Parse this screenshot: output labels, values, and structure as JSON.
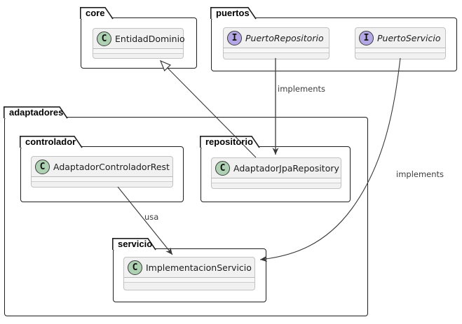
{
  "diagram": {
    "packages": {
      "core": {
        "label": "core"
      },
      "puertos": {
        "label": "puertos"
      },
      "adaptadores": {
        "label": "adaptadores"
      },
      "controlador": {
        "label": "controlador"
      },
      "repositorio": {
        "label": "repositorio"
      },
      "servicio": {
        "label": "servicio"
      }
    },
    "classes": {
      "entidad_dominio": {
        "name": "EntidadDominio",
        "stereotype": "C",
        "kind": "class"
      },
      "puerto_repositorio": {
        "name": "PuertoRepositorio",
        "stereotype": "I",
        "kind": "interface"
      },
      "puerto_servicio": {
        "name": "PuertoServicio",
        "stereotype": "I",
        "kind": "interface"
      },
      "adaptador_controlador_rest": {
        "name": "AdaptadorControladorRest",
        "stereotype": "C",
        "kind": "class"
      },
      "adaptador_jpa_repository": {
        "name": "AdaptadorJpaRepository",
        "stereotype": "C",
        "kind": "class"
      },
      "implementacion_servicio": {
        "name": "ImplementacionServicio",
        "stereotype": "C",
        "kind": "class"
      }
    },
    "edges": {
      "jpa_extends_entidad": {
        "from": "AdaptadorJpaRepository",
        "to": "EntidadDominio",
        "label": "",
        "style": "generalization"
      },
      "puerto_repositorio_implements": {
        "from": "PuertoRepositorio",
        "to": "AdaptadorJpaRepository",
        "label": "implements",
        "style": "arrow"
      },
      "puerto_servicio_implements": {
        "from": "PuertoServicio",
        "to": "ImplementacionServicio",
        "label": "implements",
        "style": "arrow"
      },
      "controlador_usa": {
        "from": "AdaptadorControladorRest",
        "to": "ImplementacionServicio",
        "label": "usa",
        "style": "arrow"
      }
    },
    "colors": {
      "package_border": "#1f1f1f",
      "class_fill": "#f1f1f1",
      "class_border": "#c2c2c2",
      "class_circle_fill": "#ADD1B2",
      "interface_circle_fill": "#B4A7E5",
      "edge": "#383838"
    }
  }
}
